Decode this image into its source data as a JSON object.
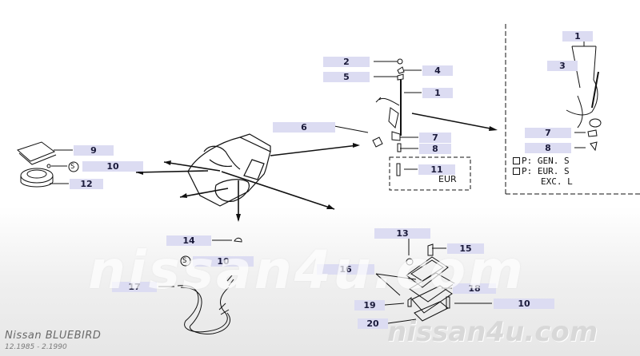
{
  "callouts": {
    "c1_top": "1",
    "c3": "3",
    "c7_right": "7",
    "c8_right": "8",
    "c2": "2",
    "c4": "4",
    "c5": "5",
    "c1_mid": "1",
    "c6": "6",
    "c7_mid": "7",
    "c8_mid": "8",
    "c11": "11",
    "c9": "9",
    "c10_left": "10",
    "c12": "12",
    "c14": "14",
    "c10_lower": "10",
    "c17": "17",
    "c13": "13",
    "c15": "15",
    "c16": "16",
    "c18": "18",
    "c19": "19",
    "c10_bottom": "10",
    "c20": "20"
  },
  "boxes": {
    "eur_label": "EUR"
  },
  "spec_notes": {
    "line1": "P: GEN. S",
    "line2": "P: EUR. S",
    "line3": "EXC. L"
  },
  "symbols": {
    "s_mark": "S"
  },
  "watermark": {
    "large": "nissan4u.com",
    "small": "nissan4u.com"
  },
  "footer": {
    "title": "Nissan  BLUEBIRD",
    "date_range": "12.1985 - 2.1990"
  }
}
